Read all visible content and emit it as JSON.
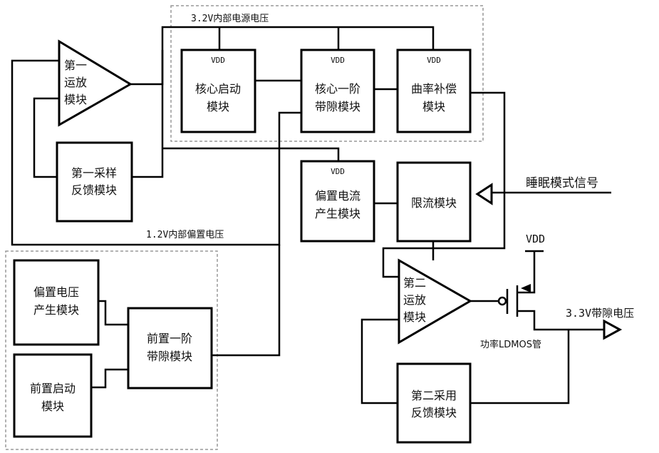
{
  "labels": {
    "internal_supply": "3.2V内部电源电压",
    "internal_bias": "1.2V内部偏置电压",
    "sleep_signal": "睡眠模式信号",
    "vdd_supply": "VDD",
    "output_voltage": "3.3V带隙电压",
    "ldmos": "功率LDMOS管"
  },
  "blocks": {
    "opamp1": {
      "line1": "第一",
      "line2": "运放",
      "line3": "模块"
    },
    "feedback1": {
      "line1": "第一采样",
      "line2": "反馈模块"
    },
    "core_start": {
      "vdd": "VDD",
      "line1": "核心启动",
      "line2": "模块"
    },
    "core_bandgap": {
      "vdd": "VDD",
      "line1": "核心一阶",
      "line2": "带隙模块"
    },
    "curvature": {
      "vdd": "VDD",
      "line1": "曲率补偿",
      "line2": "模块"
    },
    "bias_current": {
      "vdd": "VDD",
      "line1": "偏置电流",
      "line2": "产生模块"
    },
    "current_limit": {
      "line1": "限流模块"
    },
    "bias_voltage": {
      "line1": "偏置电压",
      "line2": "产生模块"
    },
    "pre_start": {
      "line1": "前置启动",
      "line2": "模块"
    },
    "pre_bandgap": {
      "line1": "前置一阶",
      "line2": "带隙模块"
    },
    "opamp2": {
      "line1": "第二",
      "line2": "运放",
      "line3": "模块"
    },
    "feedback2": {
      "line1": "第二采用",
      "line2": "反馈模块"
    }
  }
}
